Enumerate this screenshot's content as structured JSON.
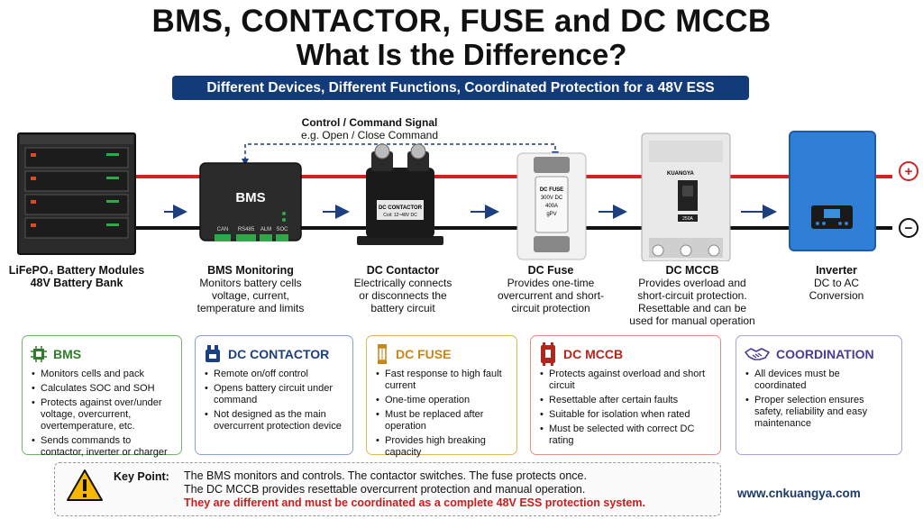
{
  "header": {
    "title_line1": "BMS, CONTACTOR, FUSE and DC MCCB",
    "title_line2": "What Is the Difference?",
    "subtitle": "Different Devices, Different Functions, Coordinated Protection for a 48V ESS"
  },
  "diagram": {
    "signal_title": "Control / Command Signal",
    "signal_desc": "e.g. Open / Close Command",
    "polarity_pos": "+",
    "polarity_neg": "−",
    "bms_box_label": "BMS",
    "bms_ports": [
      "CAN",
      "RS485",
      "ALM",
      "SOC"
    ],
    "contactor_plate": "DC CONTACTOR",
    "contactor_plate_sub": "Coil: 12~48V DC",
    "fuse_plate": [
      "DC FUSE",
      "300V DC",
      "400A",
      "gPV"
    ],
    "mccb_brand": "KUANGYA",
    "mccb_rating": "250A",
    "devices": [
      {
        "name": "LiFePO₄ Battery Modules",
        "desc": [
          "48V Battery Bank"
        ]
      },
      {
        "name": "BMS Monitoring",
        "desc": [
          "Monitors battery cells",
          "voltage, current,",
          "temperature and limits"
        ]
      },
      {
        "name": "DC Contactor",
        "desc": [
          "Electrically connects",
          "or disconnects the",
          "battery circuit"
        ]
      },
      {
        "name": "DC Fuse",
        "desc": [
          "Provides one-time",
          "overcurrent and short-",
          "circuit protection"
        ]
      },
      {
        "name": "DC MCCB",
        "desc": [
          "Provides overload and",
          "short-circuit protection.",
          "Resettable and can be",
          "used for manual operation"
        ]
      },
      {
        "name": "Inverter",
        "desc": [
          "DC to AC",
          "Conversion"
        ]
      }
    ]
  },
  "cards": [
    {
      "title": "BMS",
      "icon": "chip-icon",
      "items": [
        "Monitors cells and pack",
        "Calculates SOC and SOH",
        "Protects against over/under voltage, overcurrent, overtemperature, etc.",
        "Sends commands to contactor, inverter or charger"
      ]
    },
    {
      "title": "DC CONTACTOR",
      "icon": "contactor-icon",
      "items": [
        "Remote on/off control",
        "Opens battery circuit under command",
        "Not designed as the main overcurrent protection device"
      ]
    },
    {
      "title": "DC FUSE",
      "icon": "fuse-icon",
      "items": [
        "Fast response to high fault current",
        "One-time operation",
        "Must be replaced after operation",
        "Provides high breaking capacity"
      ]
    },
    {
      "title": "DC MCCB",
      "icon": "breaker-icon",
      "items": [
        "Protects against overload and short circuit",
        "Resettable after certain faults",
        "Suitable for isolation when rated",
        "Must be selected with correct DC rating"
      ]
    },
    {
      "title": "COORDINATION",
      "icon": "handshake-icon",
      "items": [
        "All devices must be coordinated",
        "Proper selection ensures safety, reliability and easy maintenance"
      ]
    }
  ],
  "keypoint": {
    "label": "Key Point:",
    "line1": "The BMS monitors and controls.  The contactor switches. The fuse protects once.",
    "line2": "The DC MCCB provides resettable overcurrent protection and manual operation.",
    "line3": "They are different and must be coordinated as a complete 48V ESS protection system."
  },
  "website": "www.cnkuangya.com",
  "colors": {
    "navy": "#133b7a",
    "positive": "#d32222",
    "negative": "#111111",
    "accent_red": "#c81e1e"
  }
}
